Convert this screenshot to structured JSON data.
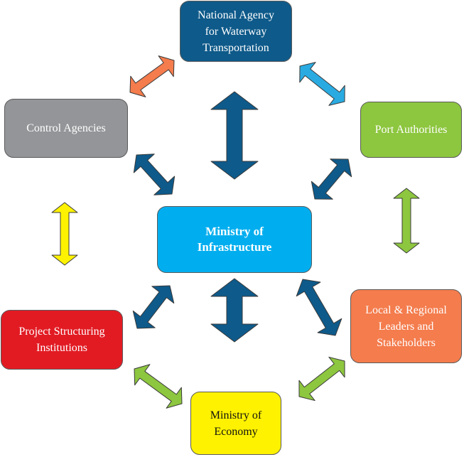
{
  "nodes": {
    "nawt": {
      "label": "National Agency\nfor Waterway\nTransportation",
      "color": "#0e5a8a"
    },
    "control": {
      "label": "Control Agencies",
      "color": "#939598"
    },
    "port": {
      "label": "Port Authorities",
      "color": "#8dc63f"
    },
    "ministry_infra": {
      "label": "Ministry of\nInfrastructure",
      "color": "#00aeef"
    },
    "project": {
      "label": "Project Structuring\nInstitutions",
      "color": "#e21b23"
    },
    "local": {
      "label": "Local & Regional\nLeaders and\nStakeholders",
      "color": "#f47c4d"
    },
    "ministry_econ": {
      "label": "Ministry of\nEconomy",
      "color": "#fff200"
    }
  },
  "arrows": [
    {
      "id": "control-nawt",
      "color": "#f47c4d"
    },
    {
      "id": "nawt-port",
      "color": "#29abe2"
    },
    {
      "id": "nawt-infra",
      "color": "#0e5a8a"
    },
    {
      "id": "control-infra",
      "color": "#0e5a8a"
    },
    {
      "id": "port-infra",
      "color": "#0e5a8a"
    },
    {
      "id": "control-project",
      "color": "#fff200"
    },
    {
      "id": "port-local",
      "color": "#8dc63f"
    },
    {
      "id": "infra-project",
      "color": "#0e5a8a"
    },
    {
      "id": "infra-econ",
      "color": "#0e5a8a"
    },
    {
      "id": "infra-local",
      "color": "#0e5a8a"
    },
    {
      "id": "project-econ",
      "color": "#8dc63f"
    },
    {
      "id": "econ-local",
      "color": "#8dc63f"
    }
  ]
}
